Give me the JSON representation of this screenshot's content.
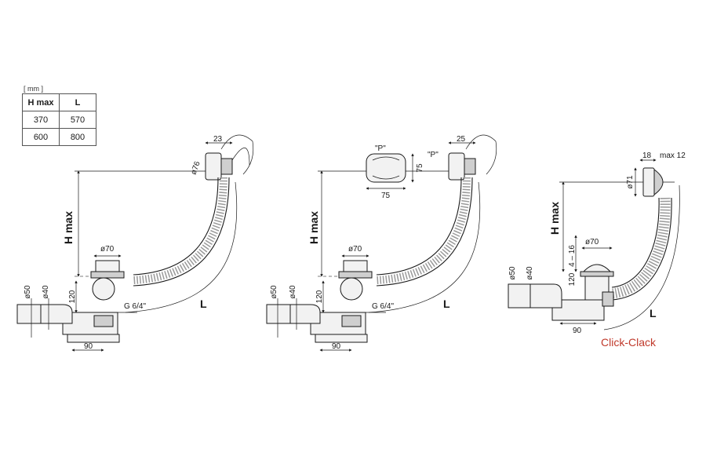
{
  "table": {
    "units": "[ mm ]",
    "headers": [
      "H max",
      "L"
    ],
    "rows": [
      [
        "370",
        "570"
      ],
      [
        "600",
        "800"
      ]
    ]
  },
  "labels": {
    "hmax": "H max",
    "l": "L",
    "d76": "ø76",
    "w23": "23",
    "w25": "25",
    "d70": "ø70",
    "d50": "ø50",
    "d40": "ø40",
    "h120": "120",
    "w90": "90",
    "thread": "G 6/4\"",
    "p": "\"P\"",
    "p75w": "75",
    "p75h": "75",
    "w18": "18",
    "max12": "max 12",
    "d71": "ø71",
    "r4_16": "4 – 16",
    "click_clack": "Click-Clack"
  },
  "colors": {
    "line": "#1a1a1a",
    "accent": "#c0392b"
  }
}
